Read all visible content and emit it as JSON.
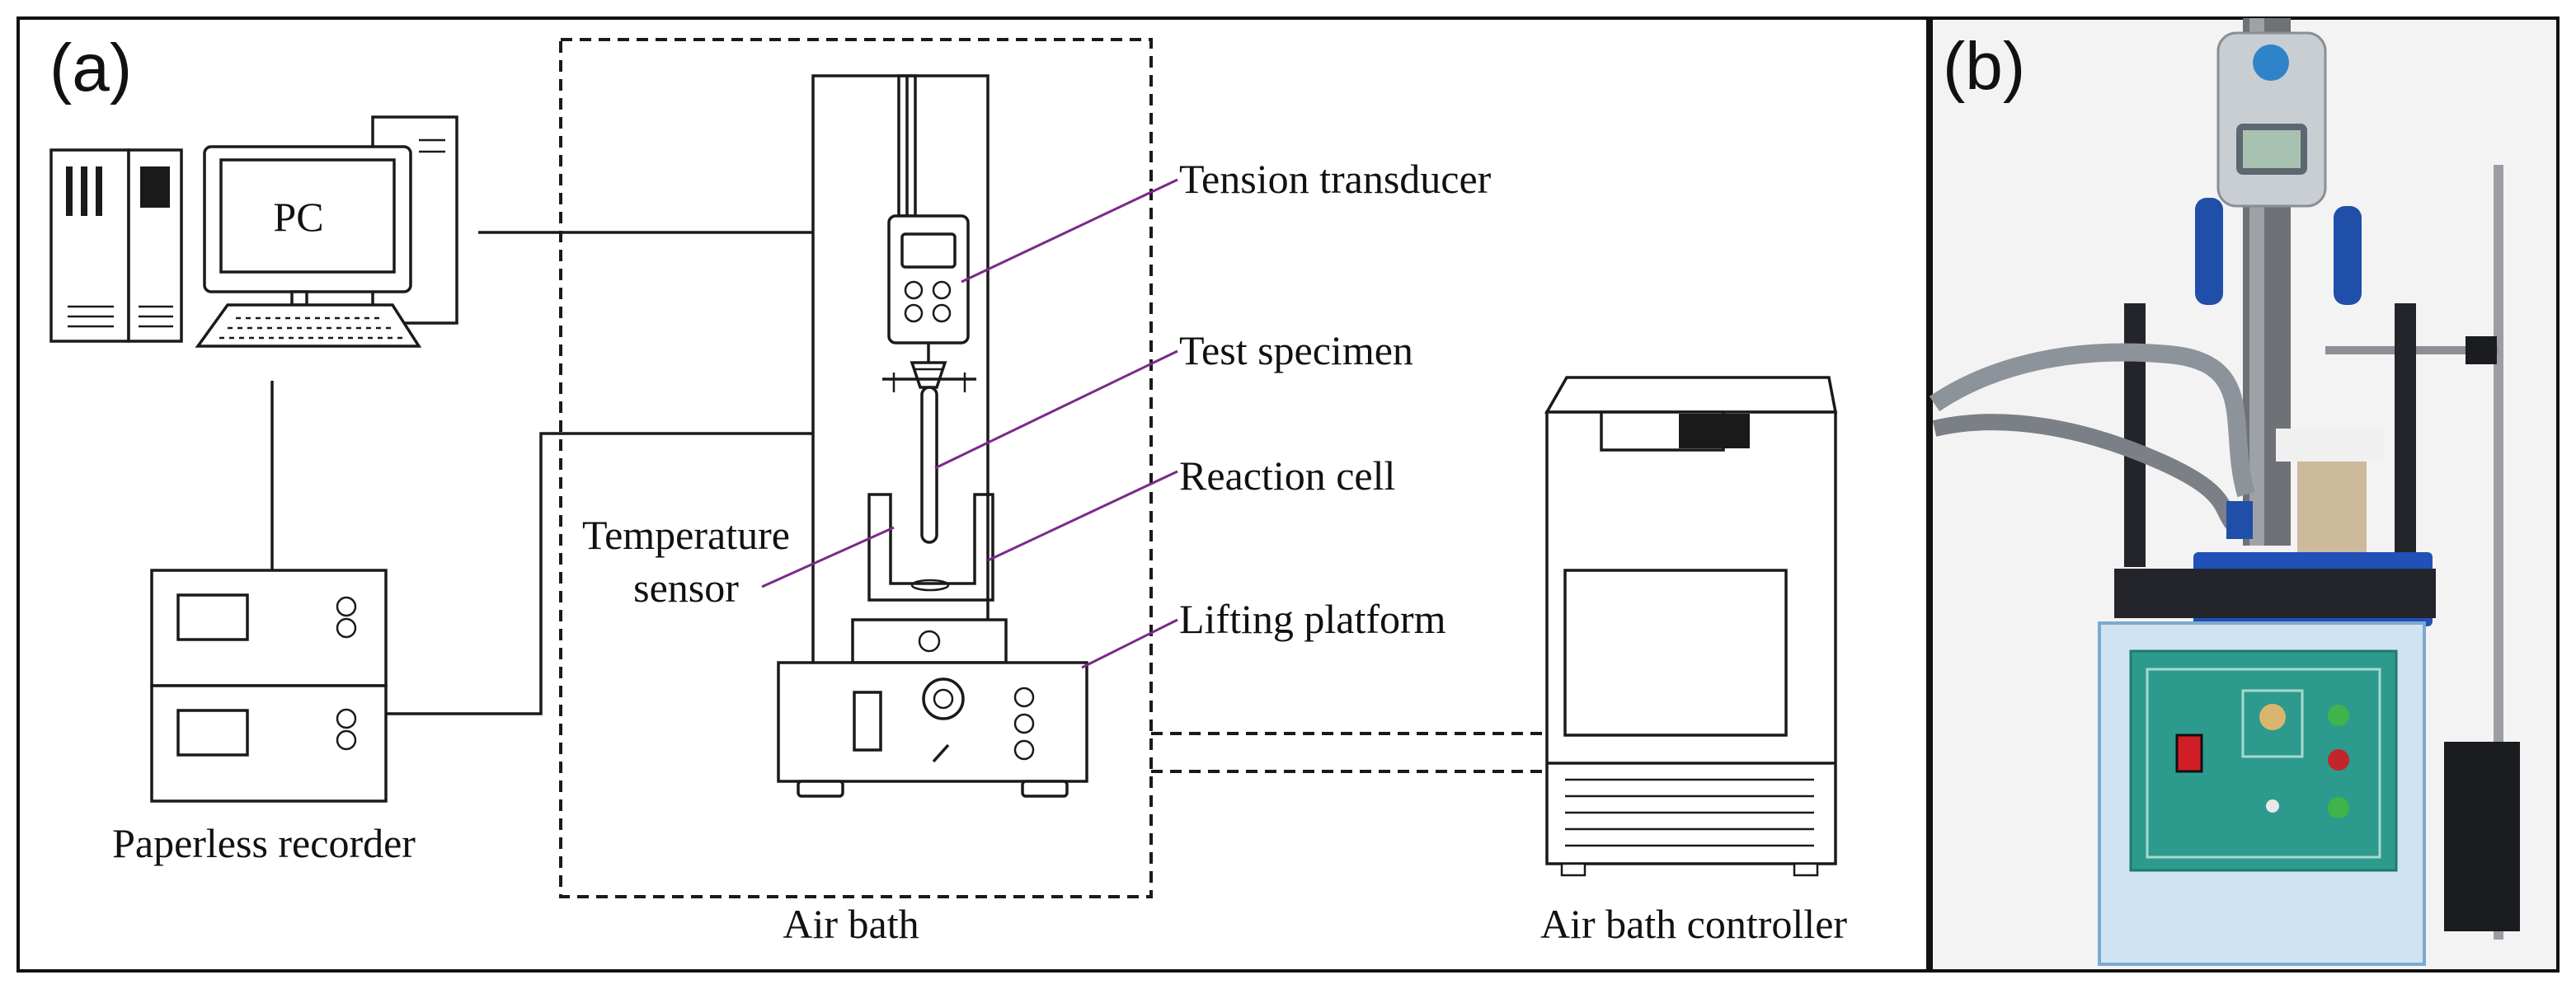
{
  "panel_a": {
    "label": "(a)",
    "pc_label": "PC",
    "recorder_label": "Paperless recorder",
    "tension_label": "Tension transducer",
    "specimen_label": "Test specimen",
    "cell_label": "Reaction cell",
    "temp_label_line1": "Temperature",
    "temp_label_line2": "sensor",
    "platform_label": "Lifting platform",
    "air_bath_label": "Air bath",
    "controller_label": "Air bath controller"
  },
  "panel_b": {
    "label": "(b)"
  },
  "colors": {
    "leader": "#7a2a8a",
    "instrument_blue": "#1f4fa8",
    "control_panel": "#2d9a8e",
    "base_light_blue": "#cfe3f3"
  }
}
